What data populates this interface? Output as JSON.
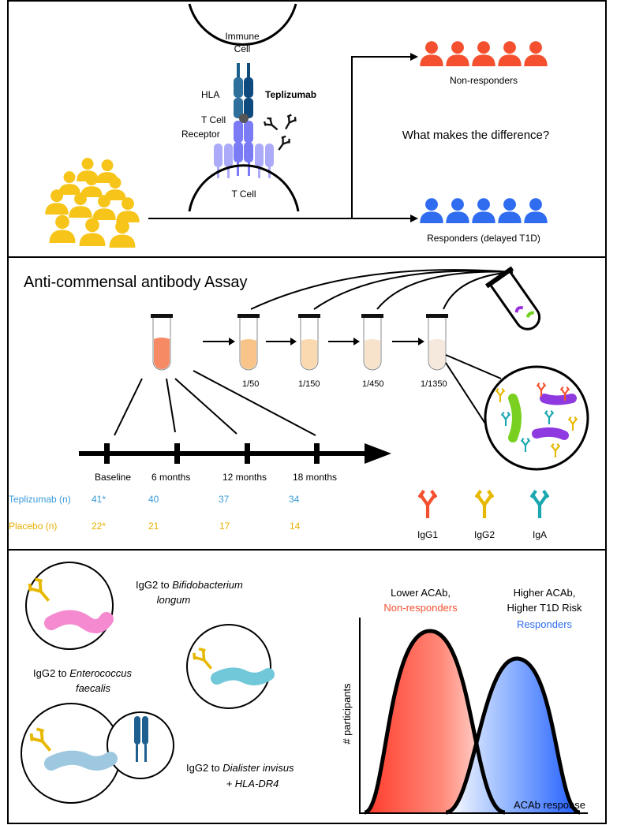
{
  "panel1": {
    "immune_cell": [
      "Immune",
      "Cell"
    ],
    "hla": "HLA",
    "tcr": [
      "T Cell",
      "Receptor"
    ],
    "t_cell": "T Cell",
    "drug": "Teplizumab",
    "non_responders": "Non-responders",
    "question": "What makes the difference?",
    "responders": "Responders (delayed T1D)",
    "colors": {
      "non_responders": "#f4502f",
      "responders": "#2f6cf0",
      "cohort": "#f7c51a"
    }
  },
  "panel2": {
    "title": "Anti-commensal antibody Assay",
    "dilutions": [
      "1/50",
      "1/150",
      "1/450",
      "1/1350"
    ],
    "timepoints": [
      "Baseline",
      "6 months",
      "12 months",
      "18 months"
    ],
    "teplizumab_label": "Teplizumab (n)",
    "teplizumab_n": [
      "41*",
      "40",
      "37",
      "34"
    ],
    "placebo_label": "Placebo (n)",
    "placebo_n": [
      "22*",
      "21",
      "17",
      "14"
    ],
    "isotypes": [
      "IgG1",
      "IgG2",
      "IgA"
    ],
    "colors": {
      "teplizumab": "#3a9ad9",
      "placebo": "#e6b000",
      "igg1": "#f4502f",
      "igg2": "#e6b800",
      "iga": "#1aa7b0"
    }
  },
  "panel3": {
    "finding1": [
      "IgG2 to ",
      "Bifidobacterium",
      "longum"
    ],
    "finding2": [
      "IgG2 to ",
      "Enterococcus",
      "faecalis"
    ],
    "finding3": [
      "IgG2 to ",
      "Dialister invisus",
      "+ HLA-DR4"
    ],
    "lower_label": [
      "Lower ACAb,",
      "Non-responders"
    ],
    "higher_label": [
      "Higher ACAb,",
      "Higher T1D Risk",
      "Responders"
    ],
    "y_axis": "# participants",
    "x_axis": "ACAb response"
  }
}
